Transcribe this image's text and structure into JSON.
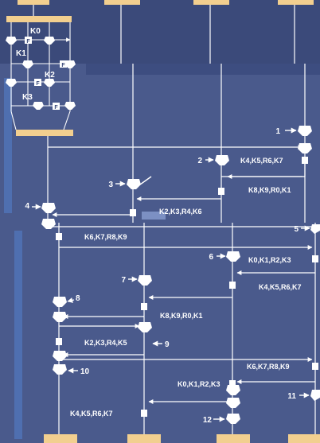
{
  "top_section": {
    "k0": "K0",
    "k1": "K1",
    "k2": "K2",
    "k3": "K3",
    "f1": "F",
    "f2": "F",
    "f3": "F",
    "f4": "F"
  },
  "markers": [
    "1",
    "2",
    "3",
    "4",
    "5",
    "6",
    "7",
    "8",
    "9",
    "10",
    "11",
    "12"
  ],
  "key_groups": {
    "g1": "K4,K5,R6,K7",
    "g2": "K8,K9,R0,K1",
    "g3": "K2,K3,R4,K6",
    "g4": "K6,K7,R8,K9",
    "g5": "K0,K1,R2,K3",
    "g6": "K4,K5,R6,K7",
    "g7": "K8,K9,R0,K1",
    "g8": "K2,K3,R4,K5",
    "g9": "K6,K7,R8,K9",
    "g10": "K0,K1,R2,K3",
    "g11": "K4,K5,R6,K7"
  },
  "colors": {
    "background": "#4a5a8c",
    "dark_band": "#3b4a7a",
    "stripe": "#4f6fb0",
    "box_fill": "#f2cf8f",
    "line": "#ffffff"
  }
}
